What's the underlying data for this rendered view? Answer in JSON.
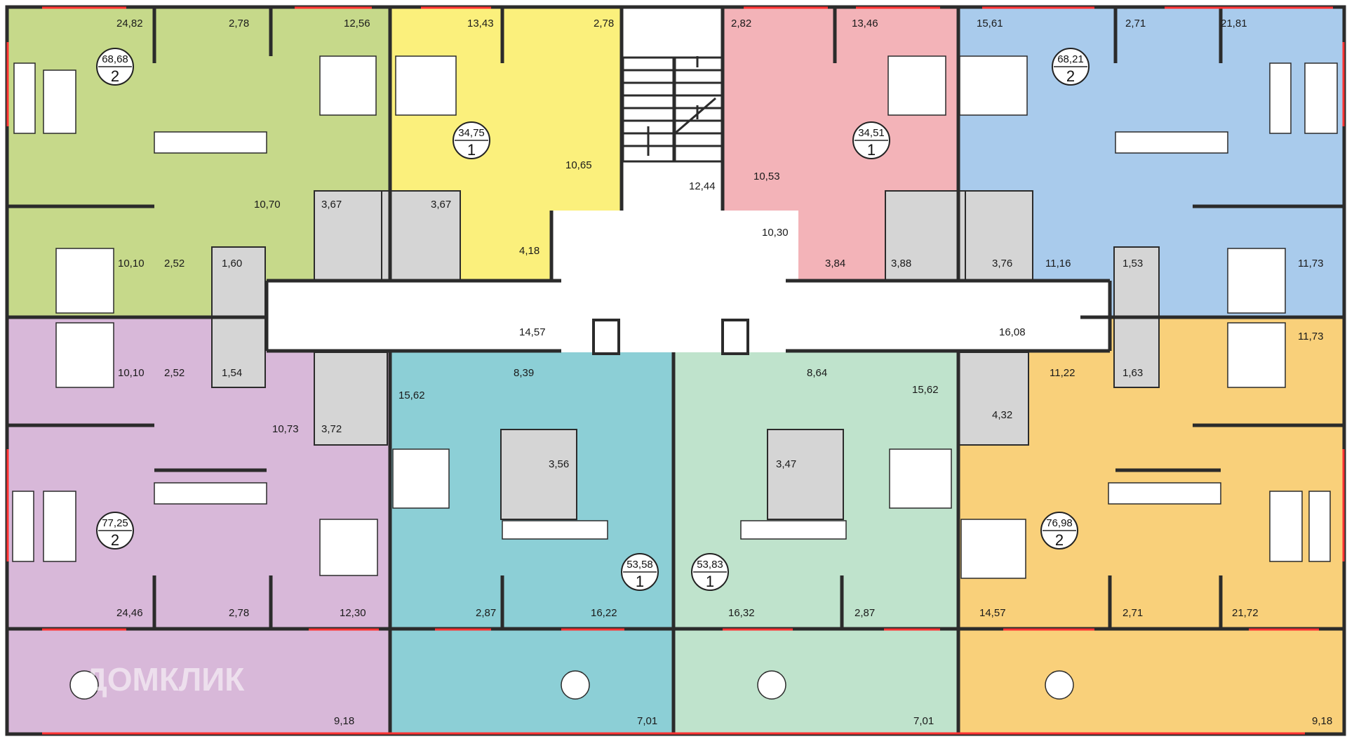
{
  "watermark": "ДОМКЛИК",
  "colors": {
    "green": "#c6d98a",
    "yellow": "#fbf07c",
    "pink": "#f3b3b8",
    "blue": "#a9cbec",
    "lilac": "#d8b8d9",
    "teal": "#8ccfd6",
    "mint": "#bfe3cc",
    "orange": "#f9d07a",
    "common": "#ffffff",
    "wall": "#2b2b2b",
    "window": "#ff3333",
    "bath": "#d5d5d5"
  },
  "apartments": [
    {
      "area": "68,68",
      "rooms": "2",
      "color": "green"
    },
    {
      "area": "34,75",
      "rooms": "1",
      "color": "yellow"
    },
    {
      "area": "34,51",
      "rooms": "1",
      "color": "pink"
    },
    {
      "area": "68,21",
      "rooms": "2",
      "color": "blue"
    },
    {
      "area": "77,25",
      "rooms": "2",
      "color": "lilac"
    },
    {
      "area": "53,58",
      "rooms": "1",
      "color": "teal"
    },
    {
      "area": "53,83",
      "rooms": "1",
      "color": "mint"
    },
    {
      "area": "76,98",
      "rooms": "2",
      "color": "orange"
    }
  ],
  "room_labels": [
    "24,82",
    "2,78",
    "12,56",
    "10,70",
    "3,67",
    "10,10",
    "2,52",
    "1,60",
    "13,43",
    "2,78",
    "3,67",
    "10,65",
    "4,18",
    "12,44",
    "10,30",
    "14,57",
    "16,08",
    "2,82",
    "13,46",
    "10,53",
    "3,84",
    "3,88",
    "3,76",
    "15,61",
    "2,71",
    "21,81",
    "11,16",
    "1,53",
    "11,73",
    "10,10",
    "2,52",
    "1,54",
    "10,73",
    "3,72",
    "24,46",
    "2,78",
    "12,30",
    "9,18",
    "15,62",
    "8,39",
    "3,56",
    "2,87",
    "16,22",
    "7,01",
    "8,64",
    "15,62",
    "3,47",
    "16,32",
    "2,87",
    "7,01",
    "11,22",
    "1,63",
    "11,73",
    "4,32",
    "14,57",
    "2,71",
    "21,72",
    "9,18"
  ]
}
